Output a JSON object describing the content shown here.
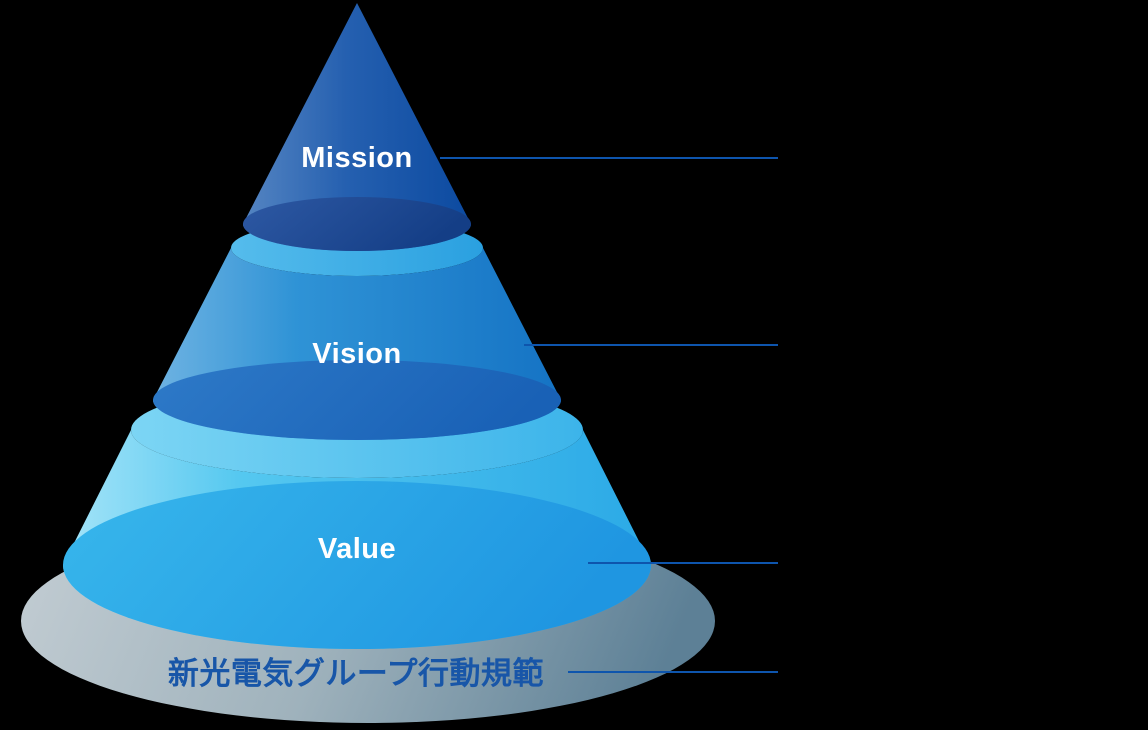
{
  "pyramid": {
    "levels": [
      {
        "name": "mission",
        "label": "Mission"
      },
      {
        "name": "vision",
        "label": "Vision"
      },
      {
        "name": "value",
        "label": "Value"
      }
    ],
    "base_label": "新光電気グループ行動規範",
    "colors": {
      "background": "#000000",
      "connector": "#0e55ad",
      "level_label_text": "#ffffff",
      "base_label_text": "#1856a8",
      "mission_body_gradient": [
        "#5585c2",
        "#2560b0",
        "#0c4aa0"
      ],
      "mission_base_gradient": [
        "#2e59a4",
        "#143e86"
      ],
      "vision_rim_gradient": [
        "#55bcec",
        "#2aa0e0"
      ],
      "vision_body_gradient": [
        "#6fb3e2",
        "#2f93d6",
        "#1573c4"
      ],
      "vision_base_gradient": [
        "#2e7ac8",
        "#1961b6"
      ],
      "value_rim_gradient": [
        "#7cd5f4",
        "#3cb4ea"
      ],
      "value_body_gradient": [
        "#a5e4f8",
        "#55c8f0",
        "#2ba9e6"
      ],
      "value_base_gradient": [
        "#38b7ec",
        "#1f96e1"
      ],
      "shadow_gradient": [
        "#c3cdd3",
        "#9fb2bc",
        "#5d8096"
      ]
    }
  }
}
